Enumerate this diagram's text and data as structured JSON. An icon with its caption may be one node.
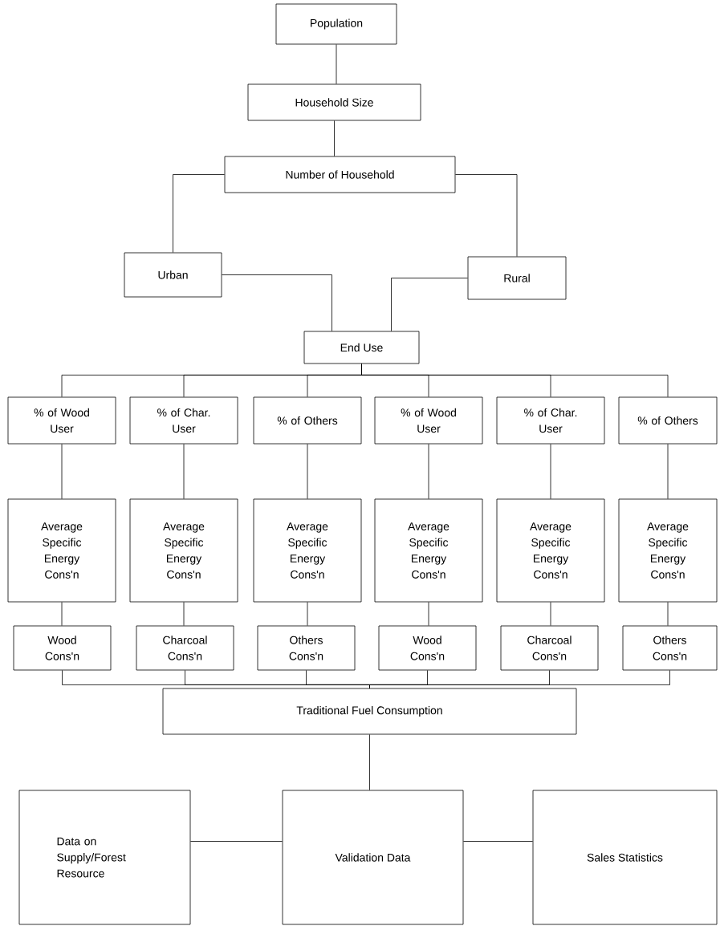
{
  "diagram": {
    "nodes": [
      {
        "text": [
          "Population"
        ]
      },
      {
        "text": [
          "Household Size"
        ]
      },
      {
        "text": [
          "Number of Household"
        ]
      },
      {
        "text": [
          "Urban"
        ]
      },
      {
        "text": [
          "Rural"
        ]
      },
      {
        "text": [
          "End Use"
        ]
      },
      {
        "text": [
          "% of Wood User"
        ]
      },
      {
        "text": [
          "% of Char. User"
        ]
      },
      {
        "text": [
          "% of Others"
        ]
      },
      {
        "text": [
          "% of Wood User"
        ]
      },
      {
        "text": [
          "% of Char. User"
        ]
      },
      {
        "text": [
          "% of Others"
        ]
      },
      {
        "text": [
          "Average Specific Energy Cons'n"
        ]
      },
      {
        "text": [
          "Average Specific Energy Cons'n"
        ]
      },
      {
        "text": [
          "Average Specific Energy Cons'n"
        ]
      },
      {
        "text": [
          "Average Specific Energy Cons'n"
        ]
      },
      {
        "text": [
          "Average Specific Energy Cons'n"
        ]
      },
      {
        "text": [
          "Average Specific Energy Cons'n"
        ]
      },
      {
        "text": [
          "Wood Cons'n"
        ]
      },
      {
        "text": [
          "Charcoal Cons'n"
        ]
      },
      {
        "text": [
          "Others Cons'n"
        ]
      },
      {
        "text": [
          "Wood Cons'n"
        ]
      },
      {
        "text": [
          "Charcoal Cons'n"
        ]
      },
      {
        "text": [
          "Others Cons'n"
        ]
      },
      {
        "text": [
          "Traditional Fuel Consumption"
        ]
      },
      {
        "text": [
          "Data on Supply/Forest Resource"
        ]
      },
      {
        "text": [
          "Validation Data"
        ]
      },
      {
        "text": [
          "Sales Statistics"
        ]
      }
    ],
    "edges": [
      {
        "from": 0,
        "to": 1,
        "arrow": "none"
      },
      {
        "from": 1,
        "to": 2,
        "arrow": "none"
      },
      {
        "from": 2,
        "to": 3,
        "arrow": "none"
      },
      {
        "from": 2,
        "to": 4,
        "arrow": "none"
      },
      {
        "from": 3,
        "to": 5,
        "arrow": "none"
      },
      {
        "from": 4,
        "to": 5,
        "arrow": "none"
      },
      {
        "from": 5,
        "to": 6,
        "arrow": "none"
      },
      {
        "from": 5,
        "to": 7,
        "arrow": "none"
      },
      {
        "from": 5,
        "to": 8,
        "arrow": "none"
      },
      {
        "from": 5,
        "to": 9,
        "arrow": "none"
      },
      {
        "from": 5,
        "to": 10,
        "arrow": "none"
      },
      {
        "from": 5,
        "to": 11,
        "arrow": "none"
      },
      {
        "from": 6,
        "to": 12,
        "arrow": "none"
      },
      {
        "from": 7,
        "to": 13,
        "arrow": "none"
      },
      {
        "from": 8,
        "to": 14,
        "arrow": "none"
      },
      {
        "from": 9,
        "to": 15,
        "arrow": "none"
      },
      {
        "from": 10,
        "to": 16,
        "arrow": "none"
      },
      {
        "from": 11,
        "to": 17,
        "arrow": "none"
      },
      {
        "from": 12,
        "to": 18,
        "arrow": "none"
      },
      {
        "from": 13,
        "to": 19,
        "arrow": "none"
      },
      {
        "from": 14,
        "to": 20,
        "arrow": "none"
      },
      {
        "from": 15,
        "to": 21,
        "arrow": "none"
      },
      {
        "from": 16,
        "to": 22,
        "arrow": "none"
      },
      {
        "from": 17,
        "to": 23,
        "arrow": "none"
      },
      {
        "from": 18,
        "to": 24,
        "arrow": "none"
      },
      {
        "from": 19,
        "to": 24,
        "arrow": "none"
      },
      {
        "from": 20,
        "to": 24,
        "arrow": "none"
      },
      {
        "from": 21,
        "to": 24,
        "arrow": "none"
      },
      {
        "from": 22,
        "to": 24,
        "arrow": "none"
      },
      {
        "from": 23,
        "to": 24,
        "arrow": "none"
      },
      {
        "from": 24,
        "to": 26,
        "arrow": "none"
      },
      {
        "from": 25,
        "to": 26,
        "arrow": "none"
      },
      {
        "from": 26,
        "to": 27,
        "arrow": "none"
      }
    ]
  }
}
